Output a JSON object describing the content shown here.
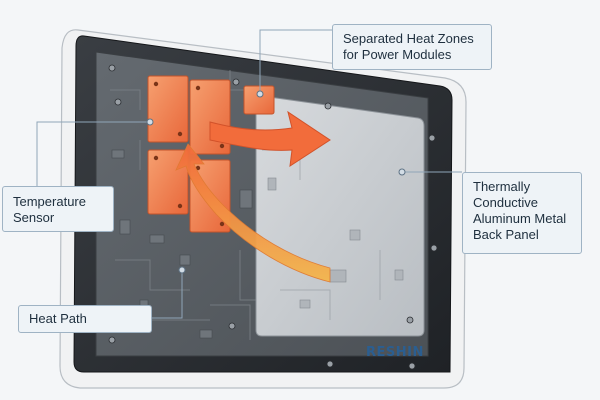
{
  "callouts": {
    "temperature_sensor": [
      "Temperature",
      "Sensor"
    ],
    "heat_zones": [
      "Separated Heat Zones",
      "for Power Modules"
    ],
    "back_panel": [
      "Thermally",
      "Conductive",
      "Aluminum Metal",
      "Back Panel"
    ],
    "heat_path": [
      "Heat Path"
    ]
  },
  "brand": "RESHIN",
  "colors": {
    "frame": "#f1f2f3",
    "bezel": "#2c2f33",
    "board": "#5a5f64",
    "metal_panel": "#c9cdd1",
    "heat_zone": "#f07a45",
    "arrow": "#f26c3b",
    "callout_border": "#9fb3c4",
    "brand": "#2b5e90"
  },
  "icons": [
    "screw-icon",
    "heat-arrow-icon",
    "sensor-pin-icon"
  ]
}
